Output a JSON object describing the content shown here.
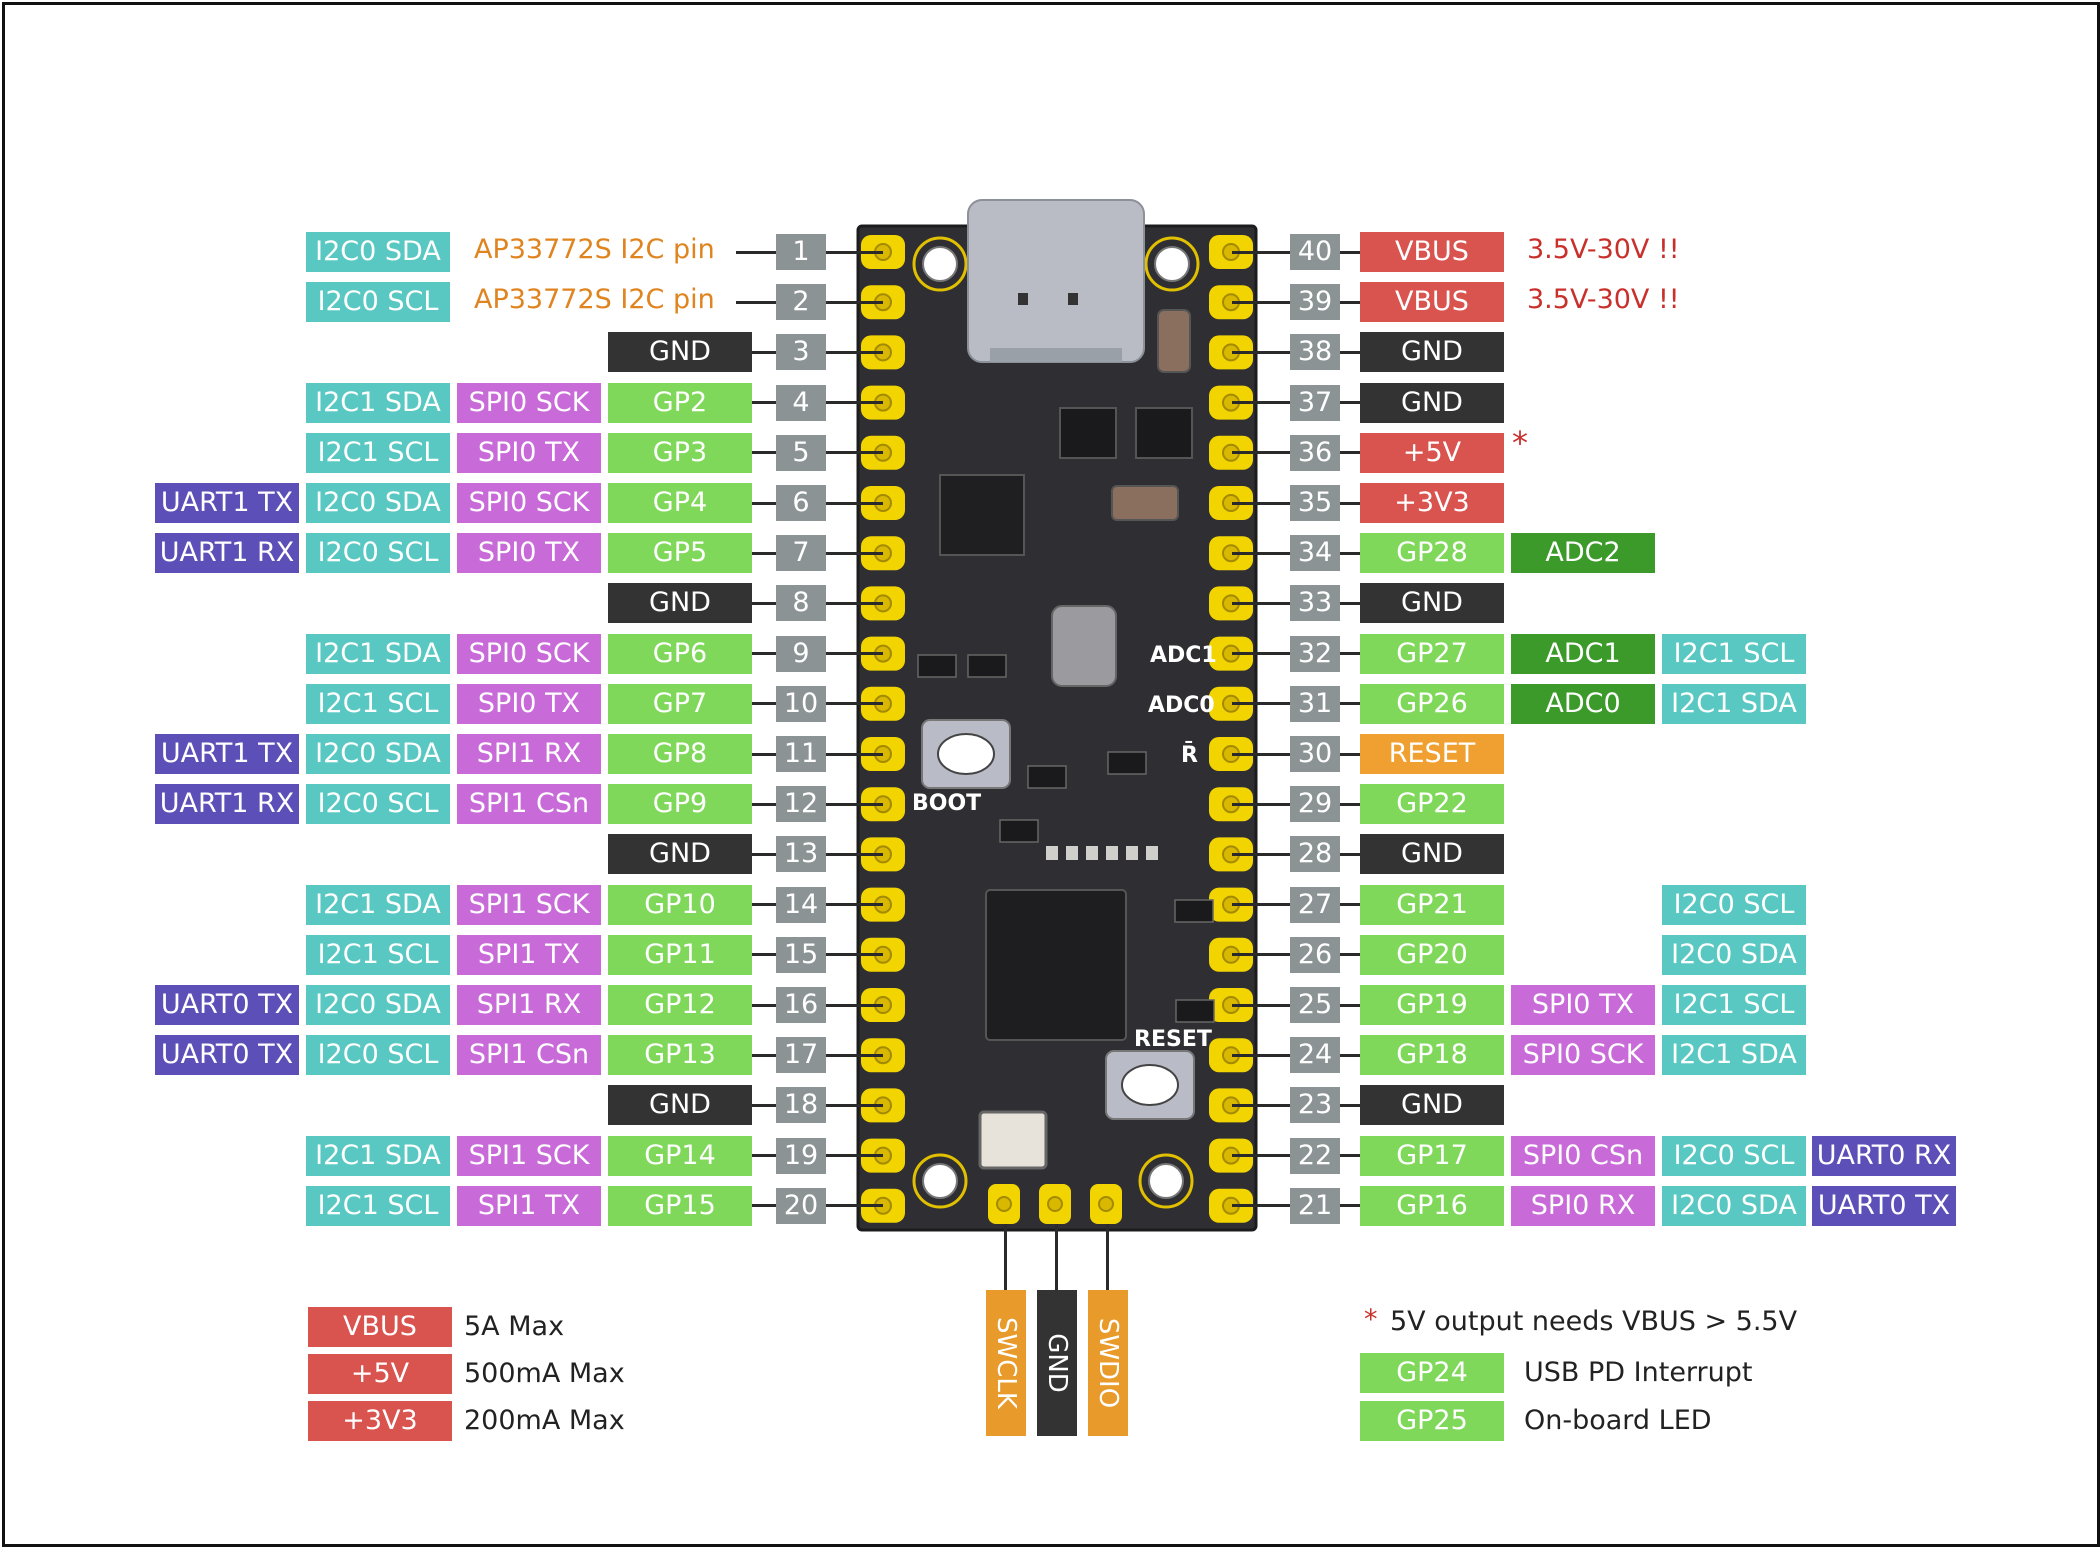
{
  "colors": {
    "i2c": "#5ac8c2",
    "spi": "#c86ad8",
    "gp": "#7fd85a",
    "gnd": "#333333",
    "power": "#d9534f",
    "uart": "#5c50b8",
    "adc": "#3c9a2a",
    "reset": "#f0a030",
    "pin_number": "#8b9395",
    "note_orange": "#e0841f",
    "note_red": "#c9302c",
    "swd": "#e89a2a",
    "board": "#2f2f33",
    "pad": "#f2d500",
    "usb": "#b9bcc4"
  },
  "board": {
    "boot_label": "BOOT",
    "reset_label": "RESET",
    "adc1_label": "ADC1",
    "adc0_label": "ADC0",
    "r_label": "R̄"
  },
  "left_pins": [
    {
      "num": "1",
      "labels": [
        {
          "t": "I2C0 SDA",
          "c": "i2c",
          "col": 2
        }
      ],
      "note": {
        "t": "AP33772S I2C pin",
        "c": "note_orange"
      }
    },
    {
      "num": "2",
      "labels": [
        {
          "t": "I2C0 SCL",
          "c": "i2c",
          "col": 2
        }
      ],
      "note": {
        "t": "AP33772S I2C pin",
        "c": "note_orange"
      }
    },
    {
      "num": "3",
      "labels": [
        {
          "t": "GND",
          "c": "gnd",
          "col": 0
        }
      ]
    },
    {
      "num": "4",
      "labels": [
        {
          "t": "GP2",
          "c": "gp",
          "col": 0
        },
        {
          "t": "SPI0 SCK",
          "c": "spi",
          "col": 1
        },
        {
          "t": "I2C1 SDA",
          "c": "i2c",
          "col": 2
        }
      ]
    },
    {
      "num": "5",
      "labels": [
        {
          "t": "GP3",
          "c": "gp",
          "col": 0
        },
        {
          "t": "SPI0 TX",
          "c": "spi",
          "col": 1
        },
        {
          "t": "I2C1 SCL",
          "c": "i2c",
          "col": 2
        }
      ]
    },
    {
      "num": "6",
      "labels": [
        {
          "t": "GP4",
          "c": "gp",
          "col": 0
        },
        {
          "t": "SPI0 SCK",
          "c": "spi",
          "col": 1
        },
        {
          "t": "I2C0 SDA",
          "c": "i2c",
          "col": 2
        },
        {
          "t": "UART1 TX",
          "c": "uart",
          "col": 3
        }
      ]
    },
    {
      "num": "7",
      "labels": [
        {
          "t": "GP5",
          "c": "gp",
          "col": 0
        },
        {
          "t": "SPI0 TX",
          "c": "spi",
          "col": 1
        },
        {
          "t": "I2C0 SCL",
          "c": "i2c",
          "col": 2
        },
        {
          "t": "UART1 RX",
          "c": "uart",
          "col": 3
        }
      ]
    },
    {
      "num": "8",
      "labels": [
        {
          "t": "GND",
          "c": "gnd",
          "col": 0
        }
      ]
    },
    {
      "num": "9",
      "labels": [
        {
          "t": "GP6",
          "c": "gp",
          "col": 0
        },
        {
          "t": "SPI0 SCK",
          "c": "spi",
          "col": 1
        },
        {
          "t": "I2C1 SDA",
          "c": "i2c",
          "col": 2
        }
      ]
    },
    {
      "num": "10",
      "labels": [
        {
          "t": "GP7",
          "c": "gp",
          "col": 0
        },
        {
          "t": "SPI0 TX",
          "c": "spi",
          "col": 1
        },
        {
          "t": "I2C1 SCL",
          "c": "i2c",
          "col": 2
        }
      ]
    },
    {
      "num": "11",
      "labels": [
        {
          "t": "GP8",
          "c": "gp",
          "col": 0
        },
        {
          "t": "SPI1 RX",
          "c": "spi",
          "col": 1
        },
        {
          "t": "I2C0 SDA",
          "c": "i2c",
          "col": 2
        },
        {
          "t": "UART1 TX",
          "c": "uart",
          "col": 3
        }
      ]
    },
    {
      "num": "12",
      "labels": [
        {
          "t": "GP9",
          "c": "gp",
          "col": 0
        },
        {
          "t": "SPI1 CSn",
          "c": "spi",
          "col": 1
        },
        {
          "t": "I2C0 SCL",
          "c": "i2c",
          "col": 2
        },
        {
          "t": "UART1 RX",
          "c": "uart",
          "col": 3
        }
      ]
    },
    {
      "num": "13",
      "labels": [
        {
          "t": "GND",
          "c": "gnd",
          "col": 0
        }
      ]
    },
    {
      "num": "14",
      "labels": [
        {
          "t": "GP10",
          "c": "gp",
          "col": 0
        },
        {
          "t": "SPI1 SCK",
          "c": "spi",
          "col": 1
        },
        {
          "t": "I2C1 SDA",
          "c": "i2c",
          "col": 2
        }
      ]
    },
    {
      "num": "15",
      "labels": [
        {
          "t": "GP11",
          "c": "gp",
          "col": 0
        },
        {
          "t": "SPI1 TX",
          "c": "spi",
          "col": 1
        },
        {
          "t": "I2C1 SCL",
          "c": "i2c",
          "col": 2
        }
      ]
    },
    {
      "num": "16",
      "labels": [
        {
          "t": "GP12",
          "c": "gp",
          "col": 0
        },
        {
          "t": "SPI1 RX",
          "c": "spi",
          "col": 1
        },
        {
          "t": "I2C0 SDA",
          "c": "i2c",
          "col": 2
        },
        {
          "t": "UART0 TX",
          "c": "uart",
          "col": 3
        }
      ]
    },
    {
      "num": "17",
      "labels": [
        {
          "t": "GP13",
          "c": "gp",
          "col": 0
        },
        {
          "t": "SPI1 CSn",
          "c": "spi",
          "col": 1
        },
        {
          "t": "I2C0 SCL",
          "c": "i2c",
          "col": 2
        },
        {
          "t": "UART0 TX",
          "c": "uart",
          "col": 3
        }
      ]
    },
    {
      "num": "18",
      "labels": [
        {
          "t": "GND",
          "c": "gnd",
          "col": 0
        }
      ]
    },
    {
      "num": "19",
      "labels": [
        {
          "t": "GP14",
          "c": "gp",
          "col": 0
        },
        {
          "t": "SPI1 SCK",
          "c": "spi",
          "col": 1
        },
        {
          "t": "I2C1 SDA",
          "c": "i2c",
          "col": 2
        }
      ]
    },
    {
      "num": "20",
      "labels": [
        {
          "t": "GP15",
          "c": "gp",
          "col": 0
        },
        {
          "t": "SPI1 TX",
          "c": "spi",
          "col": 1
        },
        {
          "t": "I2C1 SCL",
          "c": "i2c",
          "col": 2
        }
      ]
    }
  ],
  "right_pins": [
    {
      "num": "40",
      "labels": [
        {
          "t": "VBUS",
          "c": "power",
          "col": 0
        }
      ],
      "note": {
        "t": "3.5V-30V !!",
        "c": "note_red"
      }
    },
    {
      "num": "39",
      "labels": [
        {
          "t": "VBUS",
          "c": "power",
          "col": 0
        }
      ],
      "note": {
        "t": "3.5V-30V !!",
        "c": "note_red"
      }
    },
    {
      "num": "38",
      "labels": [
        {
          "t": "GND",
          "c": "gnd",
          "col": 0
        }
      ]
    },
    {
      "num": "37",
      "labels": [
        {
          "t": "GND",
          "c": "gnd",
          "col": 0
        }
      ]
    },
    {
      "num": "36",
      "labels": [
        {
          "t": "+5V",
          "c": "power",
          "col": 0
        }
      ],
      "star": "*"
    },
    {
      "num": "35",
      "labels": [
        {
          "t": "+3V3",
          "c": "power",
          "col": 0
        }
      ]
    },
    {
      "num": "34",
      "labels": [
        {
          "t": "GP28",
          "c": "gp",
          "col": 0
        },
        {
          "t": "ADC2",
          "c": "adc",
          "col": 1
        }
      ]
    },
    {
      "num": "33",
      "labels": [
        {
          "t": "GND",
          "c": "gnd",
          "col": 0
        }
      ]
    },
    {
      "num": "32",
      "labels": [
        {
          "t": "GP27",
          "c": "gp",
          "col": 0
        },
        {
          "t": "ADC1",
          "c": "adc",
          "col": 1
        },
        {
          "t": "I2C1 SCL",
          "c": "i2c",
          "col": 2
        }
      ]
    },
    {
      "num": "31",
      "labels": [
        {
          "t": "GP26",
          "c": "gp",
          "col": 0
        },
        {
          "t": "ADC0",
          "c": "adc",
          "col": 1
        },
        {
          "t": "I2C1 SDA",
          "c": "i2c",
          "col": 2
        }
      ]
    },
    {
      "num": "30",
      "labels": [
        {
          "t": "RESET",
          "c": "reset",
          "col": 0
        }
      ]
    },
    {
      "num": "29",
      "labels": [
        {
          "t": "GP22",
          "c": "gp",
          "col": 0
        }
      ]
    },
    {
      "num": "28",
      "labels": [
        {
          "t": "GND",
          "c": "gnd",
          "col": 0
        }
      ]
    },
    {
      "num": "27",
      "labels": [
        {
          "t": "GP21",
          "c": "gp",
          "col": 0
        },
        {
          "t": "I2C0 SCL",
          "c": "i2c",
          "col": 2
        }
      ]
    },
    {
      "num": "26",
      "labels": [
        {
          "t": "GP20",
          "c": "gp",
          "col": 0
        },
        {
          "t": "I2C0 SDA",
          "c": "i2c",
          "col": 2
        }
      ]
    },
    {
      "num": "25",
      "labels": [
        {
          "t": "GP19",
          "c": "gp",
          "col": 0
        },
        {
          "t": "SPI0 TX",
          "c": "spi",
          "col": 1
        },
        {
          "t": "I2C1 SCL",
          "c": "i2c",
          "col": 2
        }
      ]
    },
    {
      "num": "24",
      "labels": [
        {
          "t": "GP18",
          "c": "gp",
          "col": 0
        },
        {
          "t": "SPI0 SCK",
          "c": "spi",
          "col": 1
        },
        {
          "t": "I2C1 SDA",
          "c": "i2c",
          "col": 2
        }
      ]
    },
    {
      "num": "23",
      "labels": [
        {
          "t": "GND",
          "c": "gnd",
          "col": 0
        }
      ]
    },
    {
      "num": "22",
      "labels": [
        {
          "t": "GP17",
          "c": "gp",
          "col": 0
        },
        {
          "t": "SPI0 CSn",
          "c": "spi",
          "col": 1
        },
        {
          "t": "I2C0 SCL",
          "c": "i2c",
          "col": 2
        },
        {
          "t": "UART0 RX",
          "c": "uart",
          "col": 3
        }
      ]
    },
    {
      "num": "21",
      "labels": [
        {
          "t": "GP16",
          "c": "gp",
          "col": 0
        },
        {
          "t": "SPI0 RX",
          "c": "spi",
          "col": 1
        },
        {
          "t": "I2C0 SDA",
          "c": "i2c",
          "col": 2
        },
        {
          "t": "UART0 TX",
          "c": "uart",
          "col": 3
        }
      ]
    }
  ],
  "swd": [
    {
      "t": "SWCLK",
      "c": "swd"
    },
    {
      "t": "GND",
      "c": "gnd"
    },
    {
      "t": "SWDIO",
      "c": "swd"
    }
  ],
  "legend_left": [
    {
      "t": "VBUS",
      "desc": "5A Max",
      "c": "power"
    },
    {
      "t": "+5V",
      "desc": "500mA Max",
      "c": "power"
    },
    {
      "t": "+3V3",
      "desc": "200mA Max",
      "c": "power"
    }
  ],
  "legend_right": {
    "star": "*",
    "note": "5V output needs VBUS > 5.5V",
    "items": [
      {
        "t": "GP24",
        "desc": "USB PD Interrupt",
        "c": "gp"
      },
      {
        "t": "GP25",
        "desc": "On-board LED",
        "c": "gp"
      }
    ]
  }
}
